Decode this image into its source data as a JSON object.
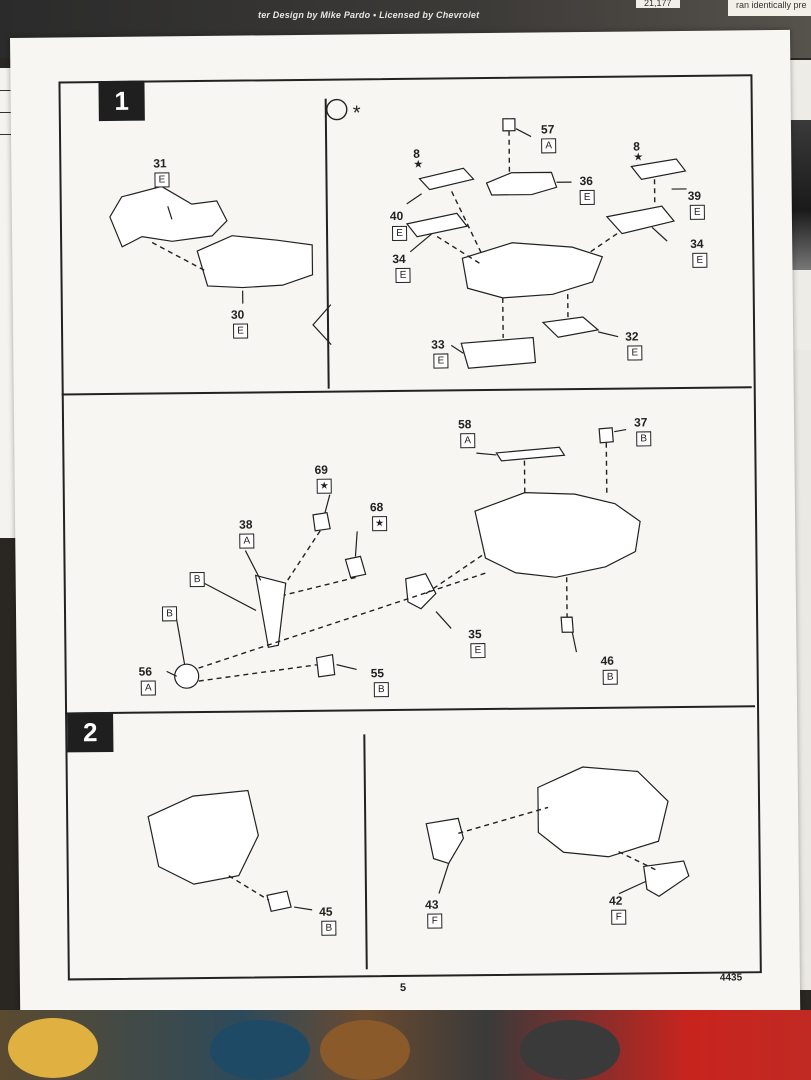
{
  "top": {
    "credit": "ter Design by Mike Pardo • Licensed by Chevrolet",
    "count": "21,177",
    "side_text": "ran identically pre"
  },
  "steps": {
    "step1": "1",
    "step2": "2"
  },
  "parts": {
    "p31": {
      "num": "31",
      "sprue": "E"
    },
    "p30": {
      "num": "30",
      "sprue": "E"
    },
    "p57": {
      "num": "57",
      "sprue": "A"
    },
    "p36": {
      "num": "36",
      "sprue": "E"
    },
    "p8a": {
      "num": "8"
    },
    "p8b": {
      "num": "8"
    },
    "p40": {
      "num": "40",
      "sprue": "E"
    },
    "p34a": {
      "num": "34",
      "sprue": "E"
    },
    "p39": {
      "num": "39",
      "sprue": "E"
    },
    "p34b": {
      "num": "34",
      "sprue": "E"
    },
    "p33": {
      "num": "33",
      "sprue": "E"
    },
    "p32": {
      "num": "32",
      "sprue": "E"
    },
    "p58": {
      "num": "58",
      "sprue": "A"
    },
    "p37": {
      "num": "37",
      "sprue": "B"
    },
    "p69": {
      "num": "69",
      "sprue": "★"
    },
    "p38": {
      "num": "38",
      "sprue": "A"
    },
    "p68": {
      "num": "68",
      "sprue": "★"
    },
    "pB1": {
      "sprue": "B"
    },
    "pB2": {
      "sprue": "B"
    },
    "p35": {
      "num": "35",
      "sprue": "E"
    },
    "p46": {
      "num": "46",
      "sprue": "B"
    },
    "p56": {
      "num": "56",
      "sprue": "A"
    },
    "p55": {
      "num": "55",
      "sprue": "B"
    },
    "p45": {
      "num": "45",
      "sprue": "B"
    },
    "p43": {
      "num": "43",
      "sprue": "F"
    },
    "p42": {
      "num": "42",
      "sprue": "F"
    }
  },
  "symbols": {
    "star": "★",
    "asterisk": "*"
  },
  "footer": {
    "page_number": "5",
    "kit_number": "4435"
  }
}
